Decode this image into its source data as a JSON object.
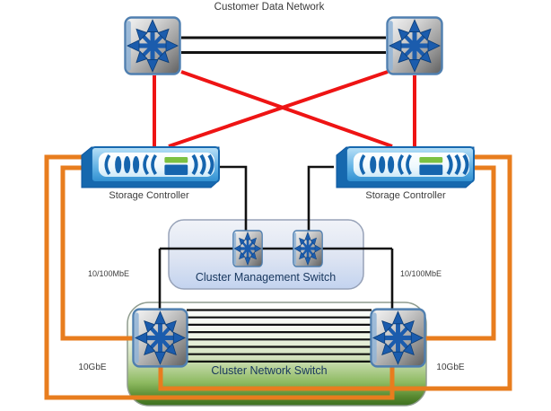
{
  "diagram": {
    "title": "Customer Data Network",
    "nodes": {
      "storage_controller_left": "Storage Controller",
      "storage_controller_right": "Storage Controller",
      "cluster_management_switch": "Cluster Management Switch",
      "cluster_network_switch": "Cluster Network Switch"
    },
    "links": {
      "mgmt_left_label": "10/100MbE",
      "mgmt_right_label": "10/100MbE",
      "cluster_left_label": "10GbE",
      "cluster_right_label": "10GbE"
    },
    "colors": {
      "customer_data_links": "#111111",
      "controller_uplinks": "#ee1414",
      "cluster_10gbe_links": "#e87d1e",
      "management_links": "#111111",
      "management_box_fill": "#c3d3ef",
      "cluster_box_fill": "#55862e",
      "switch_arrow_blue": "#1b5cad",
      "controller_blue": "#1668ae"
    }
  }
}
